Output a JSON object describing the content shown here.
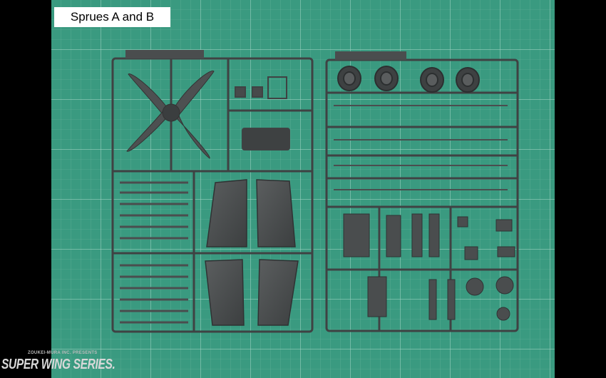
{
  "title": "Sprues A and B",
  "brand": {
    "subtitle": "ZOUKEI-MURA INC. PRESENTS",
    "name": "SUPER WING SERIES."
  },
  "colors": {
    "background": "#000000",
    "cutting_mat": "#3a9a80",
    "mat_grid": "#8cc9b6",
    "plastic": "#4a4d4e",
    "title_box": "#ffffff"
  }
}
